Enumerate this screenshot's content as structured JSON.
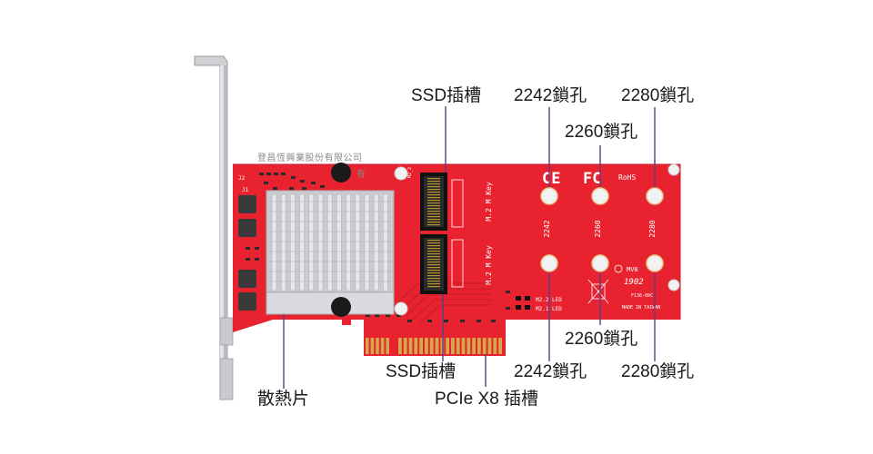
{
  "watermark": {
    "company_line": "登昌恆興業股份有限公司",
    "partial_line": "有"
  },
  "callouts": {
    "ssd_slot_top": "SSD插槽",
    "lock_2242_top": "2242鎖孔",
    "lock_2280_top": "2280鎖孔",
    "lock_2260_top": "2260鎖孔",
    "lock_2260_bottom": "2260鎖孔",
    "ssd_slot_bottom": "SSD插槽",
    "lock_2242_bottom": "2242鎖孔",
    "lock_2280_bottom": "2280鎖孔",
    "heatsink": "散熱片",
    "pcie_slot": "PCIe X8 插槽"
  },
  "board": {
    "slot_label_top": "M.2 M Key",
    "slot_label_bottom": "M.2 M Key",
    "hole_label_2242": "2242",
    "hole_label_2260": "2260",
    "hole_label_2280": "2280",
    "ce_mark": "CE",
    "fc_mark": "FC",
    "rohs": "RoHS",
    "model": "MV8",
    "date_code": "1902",
    "part_no": "F136-00C",
    "made_in": "MADE IN TAIWAN",
    "led_m22": "M2.2 LED",
    "led_m21": "M2.1 LED",
    "ref_j2": "J2",
    "ref_j1": "J1",
    "ref_m2_2": "M2_2"
  },
  "colors": {
    "pcb_red": "#e8232f",
    "heatsink": "#d4d6d9",
    "bracket": "#cfd1d4",
    "gold": "#d4a84a",
    "leader": "#5b3b86"
  }
}
